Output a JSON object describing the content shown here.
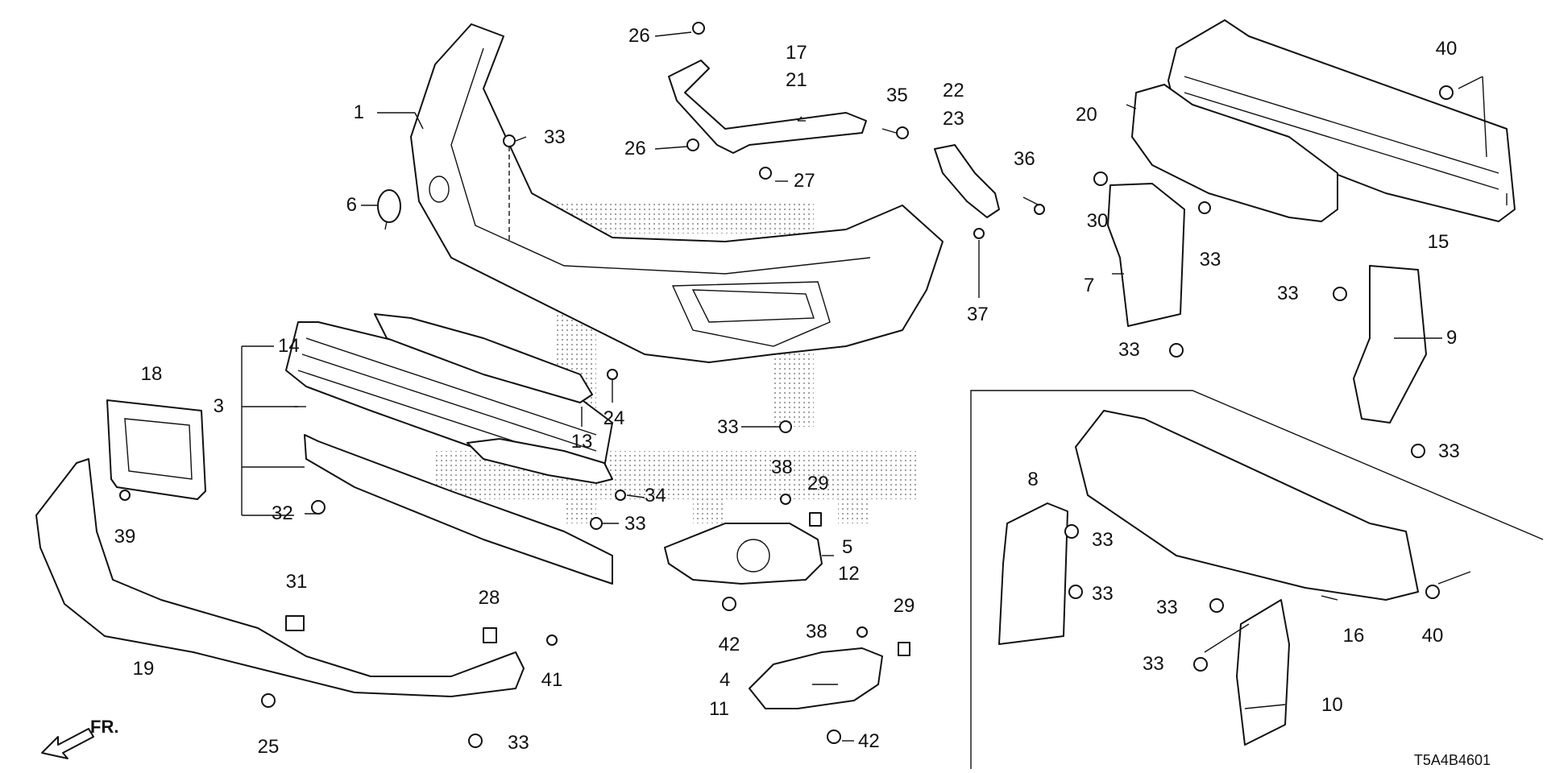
{
  "diagram": {
    "code": "T5A4B4601",
    "direction_label": "FR.",
    "callouts": {
      "n1": "1",
      "n3": "3",
      "n4": "4",
      "n5": "5",
      "n6": "6",
      "n7": "7",
      "n8": "8",
      "n9": "9",
      "n10": "10",
      "n11": "11",
      "n12": "12",
      "n13": "13",
      "n14": "14",
      "n15": "15",
      "n16": "16",
      "n17": "17",
      "n18": "18",
      "n19": "19",
      "n20": "20",
      "n21": "21",
      "n22": "22",
      "n23": "23",
      "n24": "24",
      "n25": "25",
      "n26": "26",
      "n27": "27",
      "n28": "28",
      "n29": "29",
      "n30": "30",
      "n31": "31",
      "n32": "32",
      "n33": "33",
      "n34": "34",
      "n35": "35",
      "n36": "36",
      "n37": "37",
      "n38": "38",
      "n39": "39",
      "n40": "40",
      "n41": "41",
      "n42": "42"
    }
  }
}
